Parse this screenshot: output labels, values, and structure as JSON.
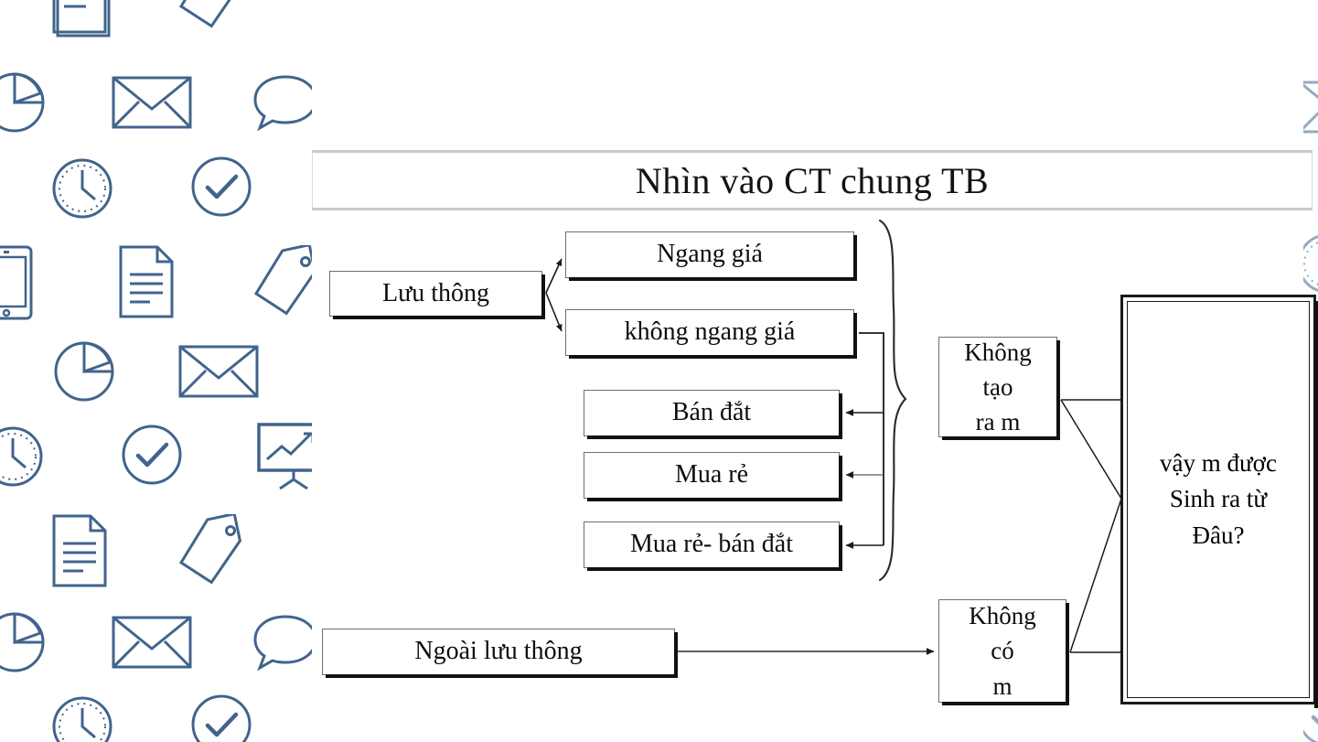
{
  "title": {
    "text": "Nhìn vào CT chung TB"
  },
  "diagram": {
    "nodes": [
      {
        "id": "luu-thong",
        "label": "Lưu thông"
      },
      {
        "id": "ngang-gia",
        "label": "Ngang giá"
      },
      {
        "id": "khong-ngang-gia",
        "label": "không ngang giá"
      },
      {
        "id": "ban-dat",
        "label": "Bán đắt"
      },
      {
        "id": "mua-re",
        "label": "Mua rẻ"
      },
      {
        "id": "mua-re-ban-dat",
        "label": "Mua rẻ- bán đắt"
      },
      {
        "id": "ngoai-luu-thong",
        "label": "Ngoài lưu thông"
      },
      {
        "id": "khong-tao-ra-m",
        "label": "Không\ntạo\nra m"
      },
      {
        "id": "khong-co-m",
        "label": "Không\ncó\nm"
      },
      {
        "id": "vay-m",
        "label": "vậy m được\nSinh ra từ\nĐâu?"
      }
    ],
    "brace": "right-curly-brace",
    "colors": {
      "ink": "#0d0d0d",
      "box_border": "#6f6f6f",
      "shadow": "#111111",
      "title_rule": "#c7c9cc",
      "wallpaper_icon": "#41648c"
    }
  },
  "wallpaper": {
    "icons": [
      "document-icon",
      "tag-icon",
      "pie-chart-icon",
      "envelope-icon",
      "speech-bubble-icon",
      "clock-icon",
      "check-circle-icon",
      "tablet-icon",
      "presentation-chart-icon"
    ]
  }
}
